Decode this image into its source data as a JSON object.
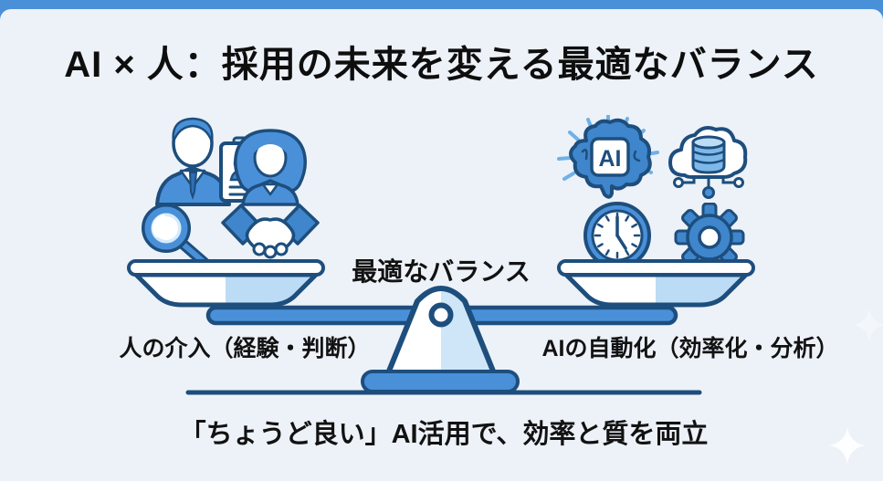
{
  "title": "AI × 人：採用の未来を変える最適なバランス",
  "scale": {
    "center_label": "最適なバランス",
    "left_pan_label": "人の介入（経験・判断）",
    "right_pan_label": "AIの自動化（効率化・分析）"
  },
  "footer_text": "「ちょうど良い」AI活用で、効率と質を両立",
  "ai_chip_label": "AI",
  "icons": {
    "left_pan_group": [
      "businessman-resume-icon",
      "businesswoman-icon",
      "magnifier-icon",
      "handshake-icon"
    ],
    "right_pan_group": [
      "ai-brain-icon",
      "cloud-database-icon",
      "clock-icon",
      "gear-icon"
    ],
    "decor": [
      "sparkle-icon"
    ]
  },
  "colors": {
    "accent_blue": "#4a90d9",
    "icon_blue": "#3f86cc",
    "outline_navy": "#1d4e7d",
    "light_blue": "#bcdcf5",
    "background": "#edf2f8",
    "text": "#141414"
  }
}
